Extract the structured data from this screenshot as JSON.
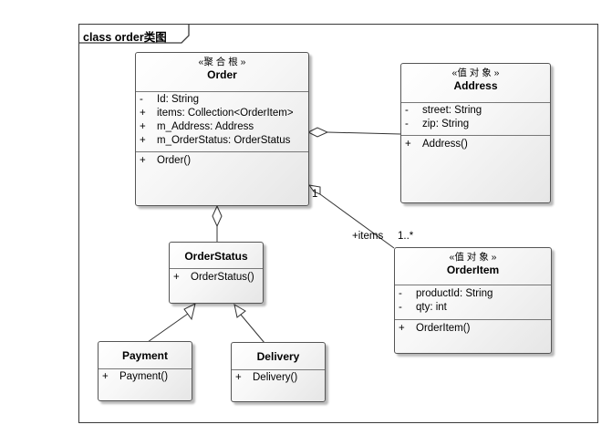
{
  "diagram": {
    "frame_title": "class order类图"
  },
  "classes": {
    "order": {
      "stereotype": "«聚 合 根 »",
      "name": "Order",
      "attributes": [
        {
          "vis": "-",
          "text": "Id: String"
        },
        {
          "vis": "+",
          "text": "items: Collection<OrderItem>"
        },
        {
          "vis": "+",
          "text": "m_Address: Address"
        },
        {
          "vis": "+",
          "text": "m_OrderStatus: OrderStatus"
        }
      ],
      "operations": [
        {
          "vis": "+",
          "text": "Order()"
        }
      ]
    },
    "address": {
      "stereotype": "«值 对 象 »",
      "name": "Address",
      "attributes": [
        {
          "vis": "-",
          "text": "street: String"
        },
        {
          "vis": "-",
          "text": "zip: String"
        }
      ],
      "operations": [
        {
          "vis": "+",
          "text": "Address()"
        }
      ]
    },
    "order_item": {
      "stereotype": "«值 对 象 »",
      "name": "OrderItem",
      "attributes": [
        {
          "vis": "-",
          "text": "productId: String"
        },
        {
          "vis": "-",
          "text": "qty: int"
        }
      ],
      "operations": [
        {
          "vis": "+",
          "text": "OrderItem()"
        }
      ]
    },
    "order_status": {
      "name": "OrderStatus",
      "operations": [
        {
          "vis": "+",
          "text": "OrderStatus()"
        }
      ]
    },
    "payment": {
      "name": "Payment",
      "operations": [
        {
          "vis": "+",
          "text": "Payment()"
        }
      ]
    },
    "delivery": {
      "name": "Delivery",
      "operations": [
        {
          "vis": "+",
          "text": "Delivery()"
        }
      ]
    }
  },
  "relationships": {
    "order_items": {
      "role": "+items",
      "source_multiplicity": "1",
      "target_multiplicity": "1..*"
    }
  }
}
